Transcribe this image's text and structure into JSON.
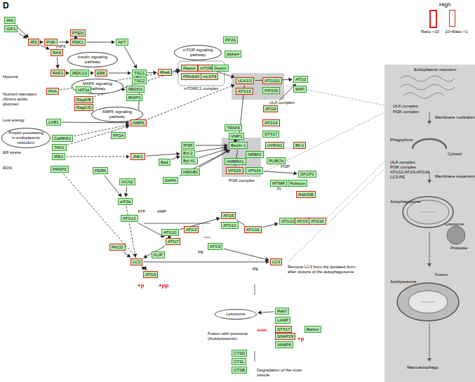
{
  "diagram": {
    "nodes": [
      {
        "text": [
          "INS"
        ]
      },
      {
        "text": [
          "IGF1"
        ]
      },
      {
        "text": [
          "IRS"
        ]
      },
      {
        "text": [
          "PI3K"
        ]
      },
      {
        "text": [
          "PTEN"
        ]
      },
      {
        "text": [
          "PDK1"
        ]
      },
      {
        "text": [
          "AKT"
        ]
      },
      {
        "text": [
          "RAS"
        ]
      },
      {
        "text": [
          "Insulin signaling pathway"
        ]
      },
      {
        "text": [
          "RAF1"
        ]
      },
      {
        "text": [
          "MEK1/2"
        ]
      },
      {
        "text": [
          "ERK"
        ]
      },
      {
        "text": [
          "MAPK signaling pathway"
        ]
      },
      {
        "text": [
          "TSC1"
        ]
      },
      {
        "text": [
          "TSC2"
        ]
      },
      {
        "text": [
          "Rheb"
        ]
      },
      {
        "text": [
          "HIF1a"
        ]
      },
      {
        "text": [
          "REDD1"
        ]
      },
      {
        "text": [
          "BNIP3"
        ]
      },
      {
        "text": [
          "PKA"
        ]
      },
      {
        "text": [
          "RagA/B"
        ]
      },
      {
        "text": [
          "RagC/D"
        ]
      },
      {
        "text": [
          "LKB1"
        ]
      },
      {
        "text": [
          "AMPK signaling pathway"
        ]
      },
      {
        "text": [
          "AMPK"
        ]
      },
      {
        "text": [
          "PP2A"
        ]
      },
      {
        "text": [
          "Protein processing in endoplasmic reticulum"
        ]
      },
      {
        "text": [
          "CaMKK2"
        ]
      },
      {
        "text": [
          "TAK1"
        ]
      },
      {
        "text": [
          "IRE1"
        ]
      },
      {
        "text": [
          "JNK1"
        ]
      },
      {
        "text": [
          "PRAP3"
        ]
      },
      {
        "text": [
          "PERK"
        ]
      },
      {
        "text": [
          "GCN2"
        ]
      },
      {
        "text": [
          "eIF2a"
        ]
      },
      {
        "text": [
          "DAPK"
        ]
      },
      {
        "text": [
          "mTOR signaling pathway"
        ]
      },
      {
        "text": [
          "Raptor"
        ]
      },
      {
        "text": [
          "mTOR"
        ]
      },
      {
        "text": [
          "Deptor"
        ]
      },
      {
        "text": [
          "PRAS40"
        ]
      },
      {
        "text": [
          "mLST8"
        ]
      },
      {
        "text": [
          "PP2A"
        ]
      },
      {
        "text": [
          "alpha4"
        ]
      },
      {
        "text": [
          "ULK1/2"
        ]
      },
      {
        "text": [
          "ATG101"
        ]
      },
      {
        "text": [
          "ATG13"
        ]
      },
      {
        "text": [
          "FIP200"
        ]
      },
      {
        "text": [
          "ATG2"
        ]
      },
      {
        "text": [
          "WIPI"
        ]
      },
      {
        "text": [
          "ATG9"
        ]
      },
      {
        "text": [
          "TRAF6"
        ]
      },
      {
        "text": [
          "VMP1"
        ]
      },
      {
        "text": [
          "ATG14"
        ]
      },
      {
        "text": [
          "STX17"
        ]
      },
      {
        "text": [
          "Beclin 1"
        ]
      },
      {
        "text": [
          "UVRAG"
        ]
      },
      {
        "text": [
          "Bif-1"
        ]
      },
      {
        "text": [
          "AMBRA1"
        ]
      },
      {
        "text": [
          "NRBF2"
        ]
      },
      {
        "text": [
          "RUBCN"
        ]
      },
      {
        "text": [
          "VPS15"
        ]
      },
      {
        "text": [
          "VPS34"
        ]
      },
      {
        "text": [
          "IP3R"
        ]
      },
      {
        "text": [
          "Bcl-2"
        ]
      },
      {
        "text": [
          "Bcl-XL"
        ]
      },
      {
        "text": [
          "Bad"
        ]
      },
      {
        "text": [
          "HMGB1"
        ]
      },
      {
        "text": [
          "MTMR"
        ]
      },
      {
        "text": [
          "Rubicon"
        ]
      },
      {
        "text": [
          "DFCP1"
        ]
      },
      {
        "text": [
          "Rab33B"
        ]
      },
      {
        "text": [
          "ATG12"
        ]
      },
      {
        "text": [
          "ATG10"
        ]
      },
      {
        "text": [
          "ATG3"
        ]
      },
      {
        "text": [
          "ATG7"
        ]
      },
      {
        "text": [
          "ATG5"
        ]
      },
      {
        "text": [
          "ATG12"
        ]
      },
      {
        "text": [
          "ATG16"
        ]
      },
      {
        "text": [
          "ATG12"
        ]
      },
      {
        "text": [
          "ATG5"
        ]
      },
      {
        "text": [
          "ATG16"
        ]
      },
      {
        "text": [
          "ATG3"
        ]
      },
      {
        "text": [
          "FLIP"
        ]
      },
      {
        "text": [
          "PKCD"
        ]
      },
      {
        "text": [
          "LC3"
        ]
      },
      {
        "text": [
          "LC3"
        ]
      },
      {
        "text": [
          "ATG4"
        ]
      },
      {
        "text": [
          "Lysosome"
        ]
      },
      {
        "text": [
          "Rab7"
        ]
      },
      {
        "text": [
          "LAMP"
        ]
      },
      {
        "text": [
          "STX17"
        ]
      },
      {
        "text": [
          "SNAP29"
        ]
      },
      {
        "text": [
          "VAMP8"
        ]
      },
      {
        "text": [
          "Barkor"
        ]
      },
      {
        "text": [
          "CTSD"
        ]
      },
      {
        "text": [
          "CTSL"
        ]
      },
      {
        "text": [
          "CTSB"
        ]
      }
    ],
    "edges": [
      {
        "from": 0,
        "to": 2,
        "arrow": "to"
      },
      {
        "from": 1,
        "to": 2,
        "arrow": "to"
      },
      {
        "from": 2,
        "to": 3,
        "arrow": "to"
      },
      {
        "from": 3,
        "to": 5,
        "arrow": "to"
      },
      {
        "from": 4,
        "to": 5,
        "arrow": "to"
      },
      {
        "from": 5,
        "to": 6,
        "arrow": "to"
      },
      {
        "from": 2,
        "to": 7,
        "arrow": "to"
      },
      {
        "from": 7,
        "to": 9,
        "arrow": "to"
      },
      {
        "from": 9,
        "to": 10,
        "arrow": "to"
      },
      {
        "from": 10,
        "to": 11,
        "arrow": "to"
      },
      {
        "from": 6,
        "to": 13,
        "arrow": "to"
      },
      {
        "from": 13,
        "to": 15,
        "arrow": "to"
      },
      {
        "from": 11,
        "to": 13,
        "arrow": "to"
      },
      {
        "from": 16,
        "to": 17,
        "arrow": "to"
      },
      {
        "from": 17,
        "to": 13,
        "arrow": "to"
      },
      {
        "from": 19,
        "to": 37,
        "arrow": "to"
      },
      {
        "from": 20,
        "to": 37,
        "arrow": "to"
      },
      {
        "from": 22,
        "to": 24,
        "arrow": "to"
      },
      {
        "from": 24,
        "to": 14,
        "arrow": "to"
      },
      {
        "from": 24,
        "to": 44,
        "arrow": "to"
      },
      {
        "from": 27,
        "to": 24,
        "arrow": "to"
      },
      {
        "from": 28,
        "to": 24,
        "arrow": "to"
      },
      {
        "from": 29,
        "to": 30,
        "arrow": "to"
      },
      {
        "from": 30,
        "to": 64,
        "arrow": "to"
      },
      {
        "from": 32,
        "to": 34,
        "arrow": "to"
      },
      {
        "from": 33,
        "to": 34,
        "arrow": "to"
      },
      {
        "from": 15,
        "to": 38,
        "arrow": "to"
      },
      {
        "from": 38,
        "to": 44,
        "arrow": "to"
      },
      {
        "from": 44,
        "to": 48,
        "arrow": "to"
      },
      {
        "from": 50,
        "to": 48,
        "arrow": "to"
      },
      {
        "from": 44,
        "to": 55,
        "arrow": "to"
      },
      {
        "from": 51,
        "to": 55,
        "arrow": "to"
      },
      {
        "from": 52,
        "to": 55,
        "arrow": "to"
      },
      {
        "from": 63,
        "to": 55,
        "arrow": "to"
      },
      {
        "from": 64,
        "to": 55,
        "arrow": "to"
      },
      {
        "from": 65,
        "to": 55,
        "arrow": "to"
      },
      {
        "from": 66,
        "to": 64,
        "arrow": "to"
      },
      {
        "from": 67,
        "to": 55,
        "arrow": "to"
      },
      {
        "from": 35,
        "to": 55,
        "arrow": "to"
      },
      {
        "from": 55,
        "to": 61,
        "arrow": "to"
      },
      {
        "from": 62,
        "to": 70,
        "arrow": "to"
      },
      {
        "from": 72,
        "to": 75,
        "arrow": "to"
      },
      {
        "from": 75,
        "to": 73,
        "arrow": "to"
      },
      {
        "from": 73,
        "to": 76,
        "arrow": "to"
      },
      {
        "from": 76,
        "to": 78,
        "arrow": "none"
      },
      {
        "from": 78,
        "to": 79,
        "arrow": "to"
      },
      {
        "from": 75,
        "to": 85,
        "arrow": "to"
      },
      {
        "from": 82,
        "to": 86,
        "arrow": "to"
      },
      {
        "from": 85,
        "to": 86,
        "arrow": "to"
      },
      {
        "from": 87,
        "to": 85,
        "arrow": "to"
      },
      {
        "from": 31,
        "to": 87,
        "arrow": "to"
      },
      {
        "from": 34,
        "to": 85,
        "arrow": "to"
      },
      {
        "from": 84,
        "to": 85,
        "arrow": "to"
      },
      {
        "from": 91,
        "to": 92,
        "arrow": "none"
      },
      {
        "from": 89,
        "to": 88,
        "arrow": "to"
      }
    ],
    "labels": [
      "D",
      "High",
      "PIP3",
      "Hypoxia",
      "Nutrient starvation (Amino acids, glucose)",
      "Low energy",
      "ER stress",
      "ROS",
      "mTORC1 complex",
      "ULK complex",
      "PI3K complex",
      "PI3P",
      "PI",
      "ATP",
      "AMP",
      "PE",
      "PE",
      "Remove LC3 from the lipidated form after closure of the autophagosome",
      "+p",
      "+pp",
      "+pp",
      "+p",
      "Fusion with lysosome (Autolysosome)",
      "Degradation of the inner vesicle",
      "Endoplasmic reticulum",
      "ULK complex",
      "PI3K complex",
      "Membrane nucleation",
      "Phagophore",
      "ULK complex",
      "PI3K complex",
      "ATG12-ATG5-ATG16",
      "LC3-PE",
      "Cytosol",
      "Membrane expansion",
      "Autophagosome",
      "Lysosome",
      "Protease",
      "Fusion",
      "Autolysosome",
      "Macroautophagy"
    ],
    "legend": [
      {
        "text": "Ratio >10",
        "color": "#e0201a"
      },
      {
        "text": "10>Ratio >1",
        "color": "#e0201a"
      }
    ]
  }
}
